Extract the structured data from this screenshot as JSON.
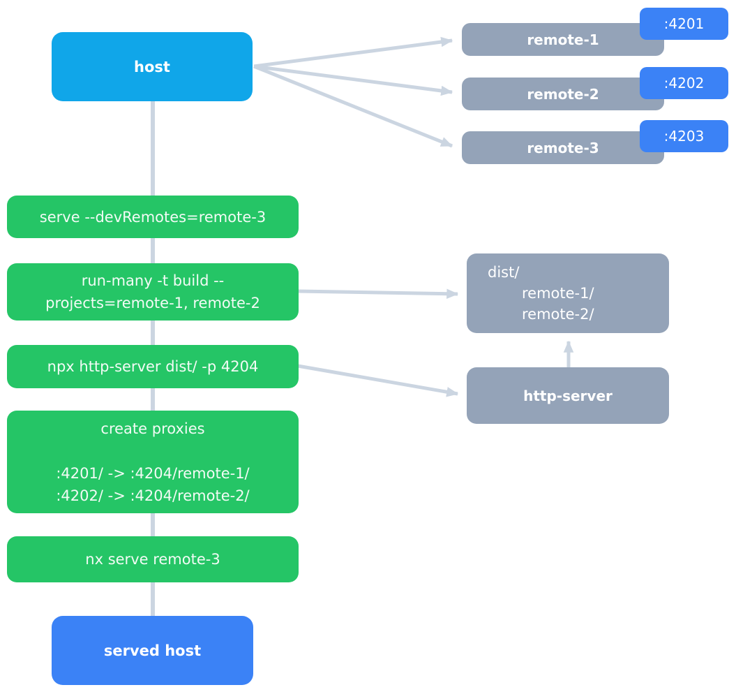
{
  "diagram": {
    "host": {
      "label": "host"
    },
    "served_host": {
      "label": "served host"
    },
    "remotes": [
      {
        "label": "remote-1",
        "port": ":4201"
      },
      {
        "label": "remote-2",
        "port": ":4202"
      },
      {
        "label": "remote-3",
        "port": ":4203"
      }
    ],
    "commands": [
      {
        "lines": [
          "serve --devRemotes=remote-3"
        ]
      },
      {
        "lines": [
          "run-many -t build --",
          "projects=remote-1, remote-2"
        ]
      },
      {
        "lines": [
          "npx http-server dist/ -p 4204"
        ]
      },
      {
        "lines": [
          "create proxies",
          "",
          ":4201/ -> :4204/remote-1/",
          ":4202/ -> :4204/remote-2/"
        ]
      },
      {
        "lines": [
          "nx serve remote-3"
        ]
      }
    ],
    "dist_box": {
      "lines": [
        "dist/",
        "remote-1/",
        "remote-2/"
      ]
    },
    "http_server": {
      "label": "http-server"
    },
    "edges": [
      {
        "from": "host",
        "to": "remote-1"
      },
      {
        "from": "host",
        "to": "remote-2"
      },
      {
        "from": "host",
        "to": "remote-3"
      },
      {
        "from": "host",
        "to": "served host"
      },
      {
        "from": "run-many -t build --projects=remote-1, remote-2",
        "to": "dist/"
      },
      {
        "from": "npx http-server dist/ -p 4204",
        "to": "http-server"
      },
      {
        "from": "http-server",
        "to": "dist/"
      }
    ],
    "colors": {
      "host_bg": "#10a6e9",
      "served_host_bg": "#3b82f6",
      "remote_bg": "#94a3b8",
      "port_badge_bg": "#3b82f6",
      "command_bg": "#25c566",
      "artifact_bg": "#94a3b8",
      "connector": "#cbd5e1",
      "text": "#ffffff"
    }
  }
}
